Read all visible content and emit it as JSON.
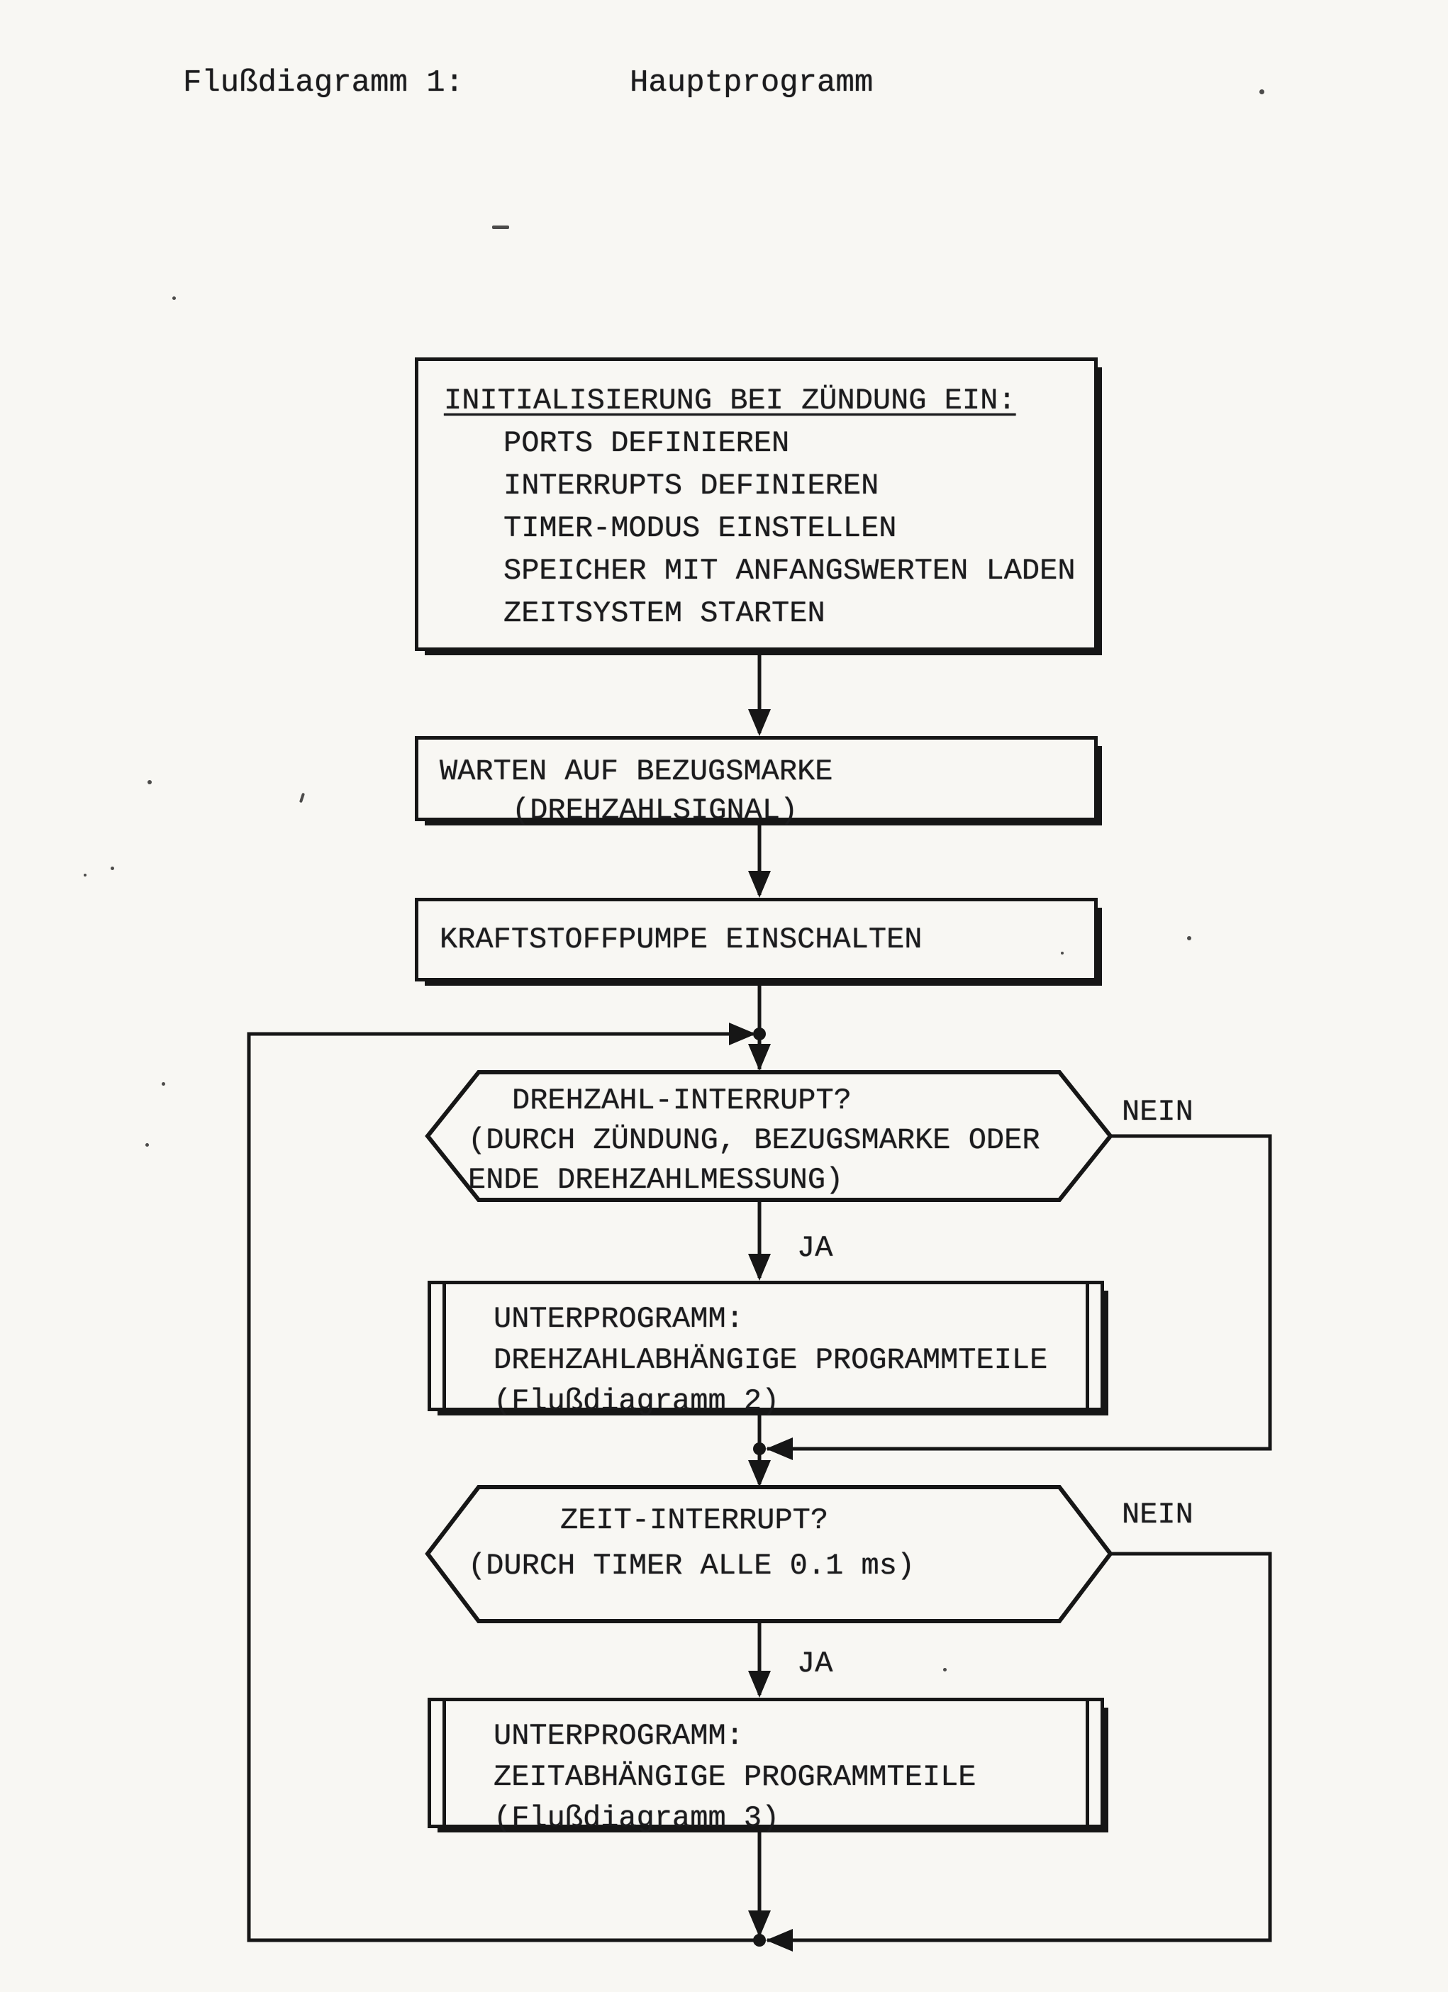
{
  "page": {
    "title_label": "Flußdiagramm 1:",
    "title_value": "Hauptprogramm"
  },
  "flow": {
    "init": {
      "heading": "INITIALISIERUNG BEI ZÜNDUNG EIN:",
      "lines": [
        "PORTS DEFINIEREN",
        "INTERRUPTS DEFINIEREN",
        "TIMER-MODUS EINSTELLEN",
        "SPEICHER MIT ANFANGSWERTEN LADEN",
        "ZEITSYSTEM STARTEN"
      ]
    },
    "wait": {
      "line1": "WARTEN AUF BEZUGSMARKE",
      "line2": "(DREHZAHLSIGNAL)"
    },
    "pump": {
      "line1": "KRAFTSTOFFPUMPE EINSCHALTEN"
    },
    "decision1": {
      "line1": "DREHZAHL-INTERRUPT?",
      "line2": "(DURCH ZÜNDUNG, BEZUGSMARKE ODER",
      "line3": "ENDE DREHZAHLMESSUNG)",
      "no_label": "NEIN",
      "yes_label": "JA"
    },
    "subroutine1": {
      "line1": "UNTERPROGRAMM:",
      "line2": "DREHZAHLABHÄNGIGE PROGRAMMTEILE",
      "line3": "(Flußdiagramm 2)"
    },
    "decision2": {
      "line1": "ZEIT-INTERRUPT?",
      "line2": "(DURCH TIMER ALLE 0.1 ms)",
      "no_label": "NEIN",
      "yes_label": "JA"
    },
    "subroutine2": {
      "line1": "UNTERPROGRAMM:",
      "line2": "ZEITABHÄNGIGE PROGRAMMTEILE",
      "line3": "(Flußdiagramm 3)"
    },
    "colors": {
      "ink": "#1b1b1d",
      "paper": "#f8f7f3"
    }
  }
}
